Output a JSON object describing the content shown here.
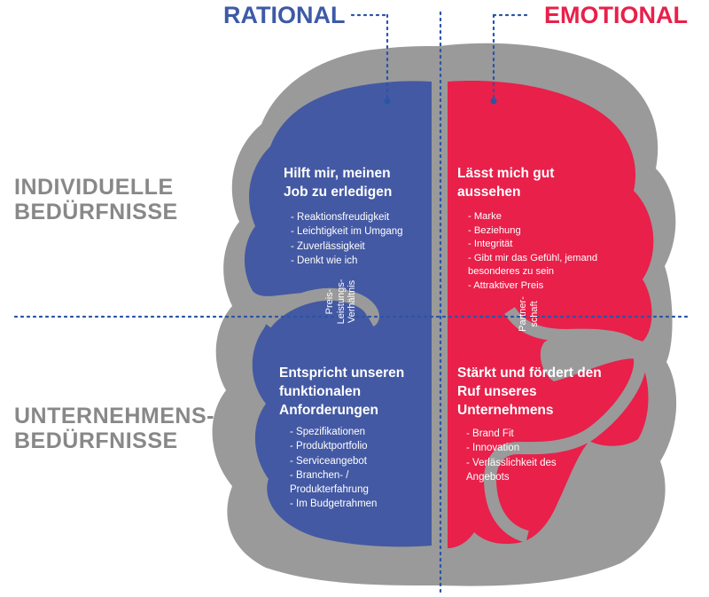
{
  "header": {
    "rational": "RATIONAL",
    "emotional": "EMOTIONAL"
  },
  "rows": {
    "individual": [
      "INDIVIDUELLE",
      "BEDÜRFNISSE"
    ],
    "company": [
      "UNTERNEHMENS-",
      "BEDÜRFNISSE"
    ]
  },
  "quadrants": {
    "top_left": {
      "title": [
        "Hilft mir, meinen",
        "Job zu erledigen"
      ],
      "items": [
        "Reaktionsfreudigkeit",
        "Leichtigkeit im Umgang",
        "Zuverlässigkeit",
        "Denkt wie ich"
      ]
    },
    "top_right": {
      "title": [
        "Lässt mich gut",
        "aussehen"
      ],
      "items": [
        "Marke",
        "Beziehung",
        "Integrität",
        "Gibt mir das Gefühl,  jemand besonderes zu sein",
        "Attraktiver Preis"
      ]
    },
    "bottom_left": {
      "title": [
        "Entspricht unseren",
        "funktionalen",
        "Anforderungen"
      ],
      "items": [
        "Spezifikationen",
        "Produktportfolio",
        "Serviceangebot",
        "Branchen- / Produkterfahrung",
        "Im Budgetrahmen"
      ]
    },
    "bottom_right": {
      "title": [
        "Stärkt und fördert  den",
        "Ruf unseres",
        "Unternehmens"
      ],
      "items": [
        "Brand Fit",
        "Innovation",
        "Verlässlichkeit des Angebots"
      ]
    }
  },
  "connectors": {
    "left": "Preis-\nLeistungs-\nVerhältnis",
    "right": "Partner-\nschaft"
  },
  "colors": {
    "blue": "#4459a3",
    "red": "#e8204a",
    "gray_outline": "#9a9a9a",
    "label_gray": "#888888",
    "dot_blue": "#2a55a5"
  }
}
